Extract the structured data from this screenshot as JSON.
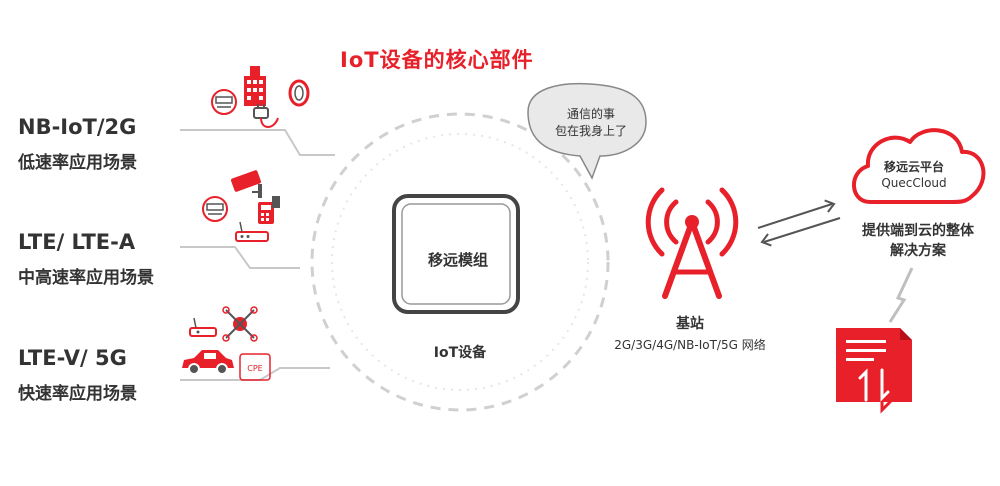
{
  "title": "IoT设备的核心部件",
  "scenes": [
    {
      "name": "NB-IoT/2G",
      "desc": "低速率应用场景"
    },
    {
      "name": "LTE/ LTE-A",
      "desc": "中高速率应用场景"
    },
    {
      "name": "LTE-V/ 5G",
      "desc": "快速率应用场景"
    }
  ],
  "center": {
    "module": "移远模组",
    "device": "IoT设备"
  },
  "bubble": {
    "line1": "通信的事",
    "line2": "包在我身上了"
  },
  "station": {
    "name": "基站",
    "network": "2G/3G/4G/NB-IoT/5G 网络"
  },
  "cloud": {
    "name": "移远云平台",
    "subtitle": "QuecCloud",
    "desc_line1": "提供端到云的整体",
    "desc_line2": "解决方案"
  },
  "icons": [
    "meter-icon",
    "building-icon",
    "plug-icon",
    "ring-icon",
    "camera-icon",
    "meter-icon",
    "card-reader-icon",
    "router-icon",
    "router-icon",
    "drone-icon",
    "car-icon",
    "cpe-icon",
    "antenna-tower-icon",
    "cloud-icon",
    "document-icon",
    "exchange-arrows-icon"
  ],
  "cpe_label": "CPE",
  "colors": {
    "accent": "#e8202a",
    "text": "#333333",
    "line": "#c8c8c8"
  }
}
